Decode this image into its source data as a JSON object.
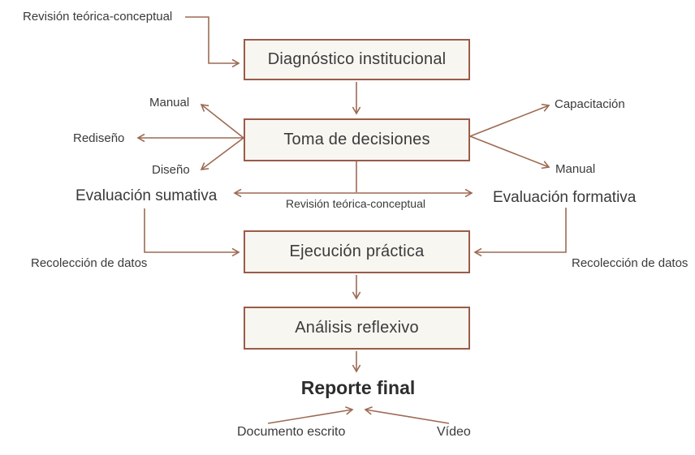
{
  "diagram": {
    "title_implicit": "Proceso de evaluación",
    "colors": {
      "background": "#ffffff",
      "line": "#9c6a53",
      "box_border": "#9a5b49",
      "box_fill": "#f8f6f1",
      "text": "#3a3a3a"
    },
    "boxes": [
      {
        "id": "diagnostico",
        "label": "Diagnóstico institucional"
      },
      {
        "id": "toma",
        "label": "Toma de decisiones"
      },
      {
        "id": "ejecucion",
        "label": "Ejecución práctica"
      },
      {
        "id": "analisis",
        "label": "Análisis reflexivo"
      }
    ],
    "labels": {
      "revision_top": "Revisión teórica-conceptual",
      "manual_left": "Manual",
      "rediseno": "Rediseño",
      "diseno": "Diseño",
      "capacitacion": "Capacitación",
      "manual_right": "Manual",
      "eval_sumativa": "Evaluación sumativa",
      "eval_formativa": "Evaluación formativa",
      "revision_mid": "Revisión teórica-conceptual",
      "recoleccion_left": "Recolección de datos",
      "recoleccion_right": "Recolección de datos",
      "reporte_final": "Reporte final",
      "documento_escrito": "Documento escrito",
      "video": "Vídeo"
    },
    "edges": [
      "Revisión teórica-conceptual -> Diagnóstico institucional",
      "Diagnóstico institucional -> Toma de decisiones",
      "Toma de decisiones -> Manual (izq)",
      "Toma de decisiones -> Rediseño",
      "Toma de decisiones -> Diseño",
      "Toma de decisiones -> Capacitación",
      "Toma de decisiones -> Manual (der)",
      "Toma de decisiones -> (línea a flecha doble)",
      "Evaluación sumativa <-> Evaluación formativa (Revisión teórica-conceptual)",
      "Evaluación sumativa -> Ejecución práctica (Recolección de datos)",
      "Evaluación formativa -> Ejecución práctica (Recolección de datos)",
      "Ejecución práctica -> Análisis reflexivo",
      "Análisis reflexivo -> Reporte final",
      "Documento escrito -> Reporte final",
      "Vídeo -> Reporte final"
    ]
  }
}
